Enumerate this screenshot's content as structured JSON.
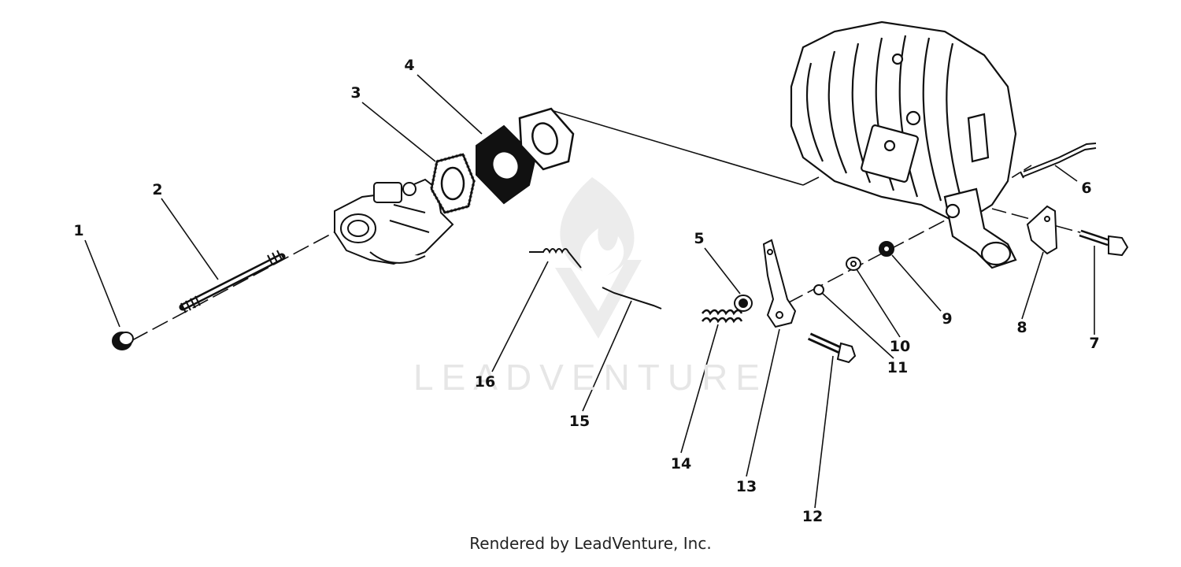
{
  "diagram": {
    "callouts": [
      {
        "id": "1",
        "label": "1"
      },
      {
        "id": "2",
        "label": "2"
      },
      {
        "id": "3",
        "label": "3"
      },
      {
        "id": "4",
        "label": "4"
      },
      {
        "id": "5",
        "label": "5"
      },
      {
        "id": "6",
        "label": "6"
      },
      {
        "id": "7",
        "label": "7"
      },
      {
        "id": "8",
        "label": "8"
      },
      {
        "id": "9",
        "label": "9"
      },
      {
        "id": "10",
        "label": "10"
      },
      {
        "id": "11",
        "label": "11"
      },
      {
        "id": "12",
        "label": "12"
      },
      {
        "id": "13",
        "label": "13"
      },
      {
        "id": "14",
        "label": "14"
      },
      {
        "id": "15",
        "label": "15"
      },
      {
        "id": "16",
        "label": "16"
      }
    ]
  },
  "watermark": {
    "text": "LEADVENTURE"
  },
  "footer": {
    "credit": "Rendered by LeadVenture, Inc."
  },
  "colors": {
    "ink": "#111111",
    "watermark": "#e6e6e6"
  }
}
